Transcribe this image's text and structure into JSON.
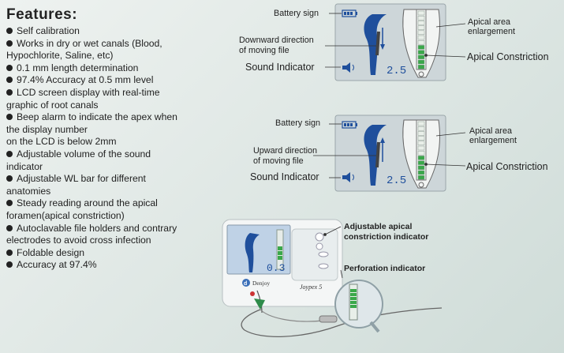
{
  "features": {
    "title": "Features:",
    "items": [
      "Self calibration",
      "Works in dry or wet canals (Blood,",
      "Hypochlorite, Saline, etc)",
      "0.1 mm length determination",
      "97.4% Accuracy at 0.5 mm level",
      "LCD screen display with real-time",
      "graphic of root canals",
      "Beep alarm to indicate the apex when",
      "the display number",
      "on the LCD is below 2mm",
      "Adjustable volume of the sound",
      "indicator",
      "Adjustable WL bar for different",
      "anatomies",
      "Steady reading around the apical",
      "foramen(apical constriction)",
      "Autoclavable file holders and contrary",
      "electrodes to avoid cross infection",
      "Foldable design",
      "Accuracy at 97.4%"
    ],
    "bullets": [
      true,
      true,
      false,
      true,
      true,
      true,
      false,
      true,
      false,
      false,
      true,
      false,
      true,
      false,
      true,
      false,
      true,
      false,
      true,
      true
    ]
  },
  "diagram1": {
    "battery_sign": "Battery sign",
    "file_direction_line1": "Downward direction",
    "file_direction_line2": "of moving file",
    "sound_indicator": "Sound Indicator",
    "apical_area_line1": "Apical area",
    "apical_area_line2": "enlargement",
    "apical_constriction": "Apical Constriction",
    "reading": "2.5"
  },
  "diagram2": {
    "battery_sign": "Battery sign",
    "file_direction_line1": "Upward direction",
    "file_direction_line2": "of moving file",
    "sound_indicator": "Sound Indicator",
    "apical_area_line1": "Apical area",
    "apical_area_line2": "enlargement",
    "apical_constriction": "Apical Constriction",
    "reading": "2.5"
  },
  "device": {
    "adjustable_line1": "Adjustable apical",
    "adjustable_line2": "constriction indicator",
    "perforation": "Perforation indicator",
    "screen_reading": "0.3",
    "brand": "Denjoy",
    "model": "Joypex 5"
  },
  "colors": {
    "lcd_bg": "#cfd8dc",
    "tooth_blue": "#1f4f9c",
    "bar_green": "#3aa84a"
  }
}
